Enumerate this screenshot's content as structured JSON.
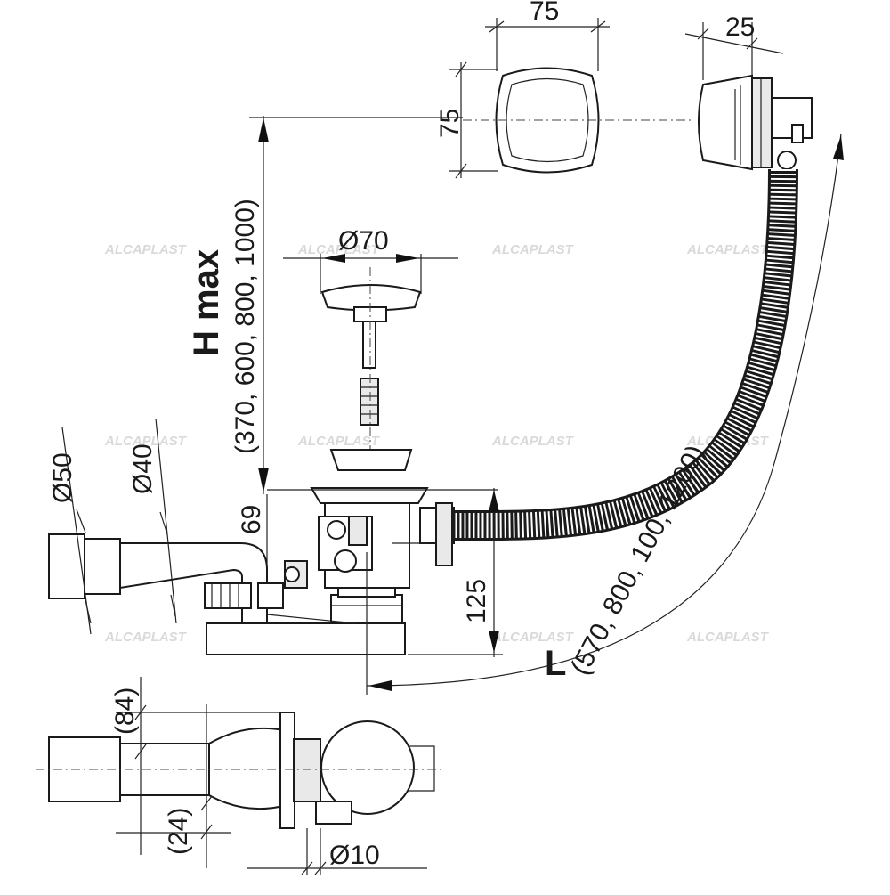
{
  "watermark": "ALCAPLAST",
  "dimensions": {
    "overflow_width": "75",
    "overflow_height": "75",
    "overflow_depth": "25",
    "plug_diameter": "Ø70",
    "h_max_label": "H max",
    "h_max_values": "(370, 600, 800, 1000)",
    "trap_height": "69",
    "outlet_d50": "Ø50",
    "outlet_d40": "Ø40",
    "outlet_height": "125",
    "l_label": "L",
    "l_values": "(570, 800, 100, 1200)",
    "plan_84": "(84)",
    "plan_24": "(24)",
    "plan_d10": "Ø10"
  }
}
